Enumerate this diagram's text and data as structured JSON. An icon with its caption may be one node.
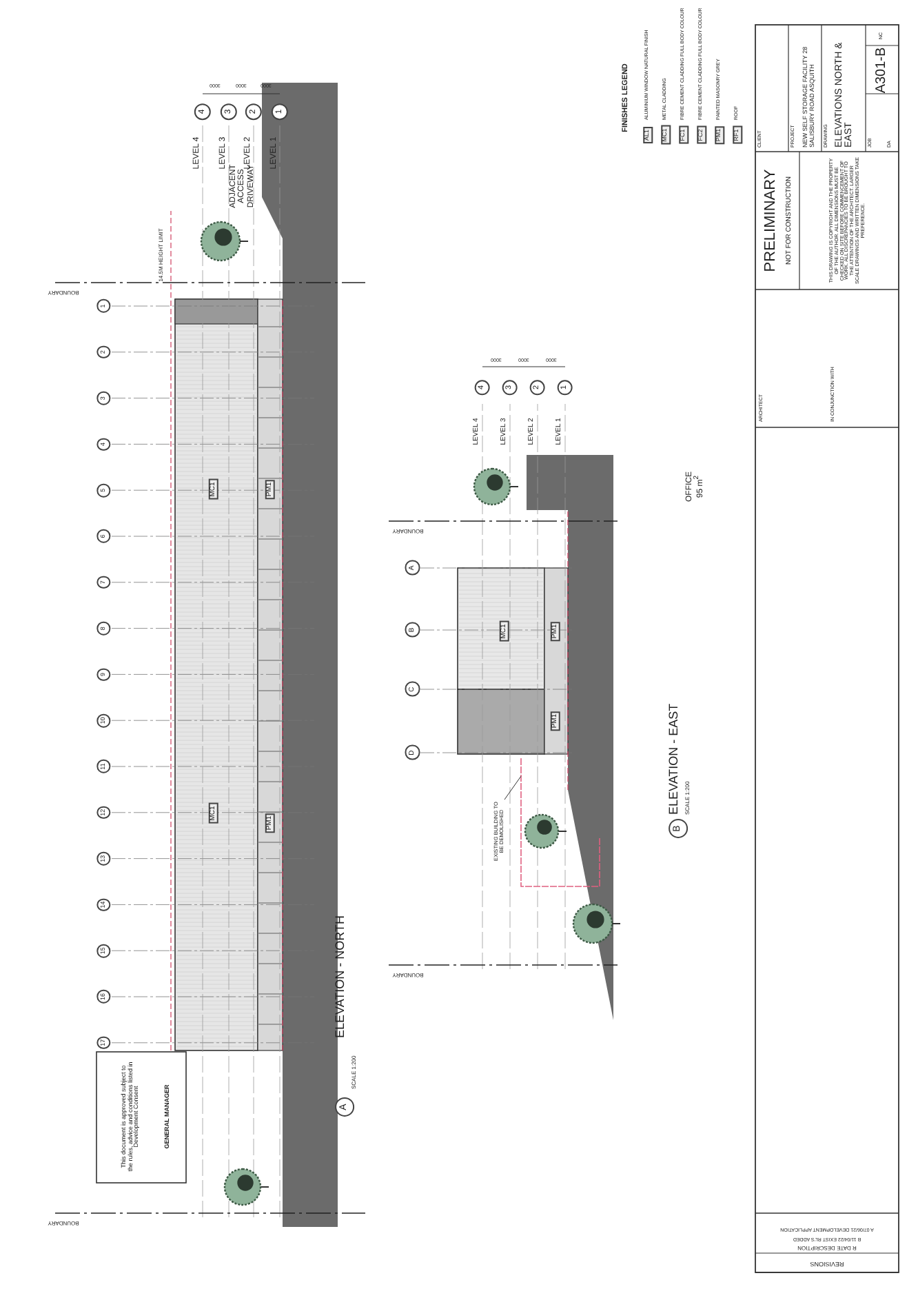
{
  "diagram": {
    "nodes": [
      {
        "text": [
          "EXISTING BUILDING TO BE DEMOLISHED"
        ]
      },
      {
        "text": [],
        "shape": "box"
      }
    ],
    "edges": [
      {
        "from": 0,
        "to": 1,
        "arrow": "none"
      }
    ],
    "labels": [
      "14.5M HEIGHT LIMIT",
      "BOUNDARY",
      "BOUNDARY",
      "LEVEL 4",
      "LEVEL 3",
      "LEVEL 2",
      "LEVEL 1",
      "4",
      "3",
      "2",
      "1",
      "3000",
      "3000",
      "3000",
      "ADJACENT ACCESS DRIVEWAY",
      "1",
      "2",
      "3",
      "4",
      "5",
      "6",
      "7",
      "8",
      "9",
      "10",
      "11",
      "12",
      "13",
      "14",
      "15",
      "16",
      "17",
      "MC1",
      "PM1",
      "MC1",
      "PM1",
      "A",
      "ELEVATION - NORTH",
      "SCALE 1:200",
      "This document is approved subject to the rules, advice and conditions listed in Development Consent",
      "GENERAL MANAGER",
      "BOUNDARY",
      "BOUNDARY",
      "LEVEL 4",
      "LEVEL 3",
      "LEVEL 2",
      "LEVEL 1",
      "4",
      "3",
      "2",
      "1",
      "3000",
      "3000",
      "3000",
      "A",
      "B",
      "C",
      "D",
      "MC1",
      "PM1",
      "PM1",
      "OFFICE 95 m$^{2}$",
      "B",
      "ELEVATION - EAST",
      "SCALE 1:200",
      "FINISHES LEGEND",
      "AL1",
      "ALUMINIUM WINDOW NATURAL FINISH",
      "MC1",
      "METAL CLADDING",
      "FC1",
      "FIBRE CEMENT CLADDING FULL BODY COLOUR",
      "FC2",
      "FIBRE CEMENT CLADDING FULL BODY COLOUR",
      "PM1",
      "PAINTED MASONRY GREY",
      "RF1",
      "ROOF",
      "ARCHITECT",
      "IN CONJUNCTION WITH",
      "PRELIMINARY",
      "NOT FOR CONSTRUCTION",
      "THIS DRAWING IS COPYRIGHT AND THE PROPERTY OF THE AUTHOR. ALL DIMENSIONS MUST BE CHECKED ON SITE BEFORE COMMENCEMENT OF WORK. ALL DISCREPANCIES TO BE BROUGHT TO THE ATTENTION OF THE ARCHITECT. LARGER SCALE DRAWINGS AND WRITTEN DIMENSIONS TAKE PREFERENCE.",
      "CLIENT",
      "PROJECT",
      "NEW SELF STORAGE FACILITY 28 SALISBURY ROAD ASQUITH",
      "DRAWING",
      "ELEVATIONS NORTH & EAST",
      "JOB",
      "DA",
      "A301-B",
      "NC",
      "A 07/06/21 DEVELOPMENT APPLICATION",
      "B 11/04/22 EXIST RL'S ADDED",
      "R DATE DESCRIPTION",
      "REVISIONS"
    ]
  }
}
